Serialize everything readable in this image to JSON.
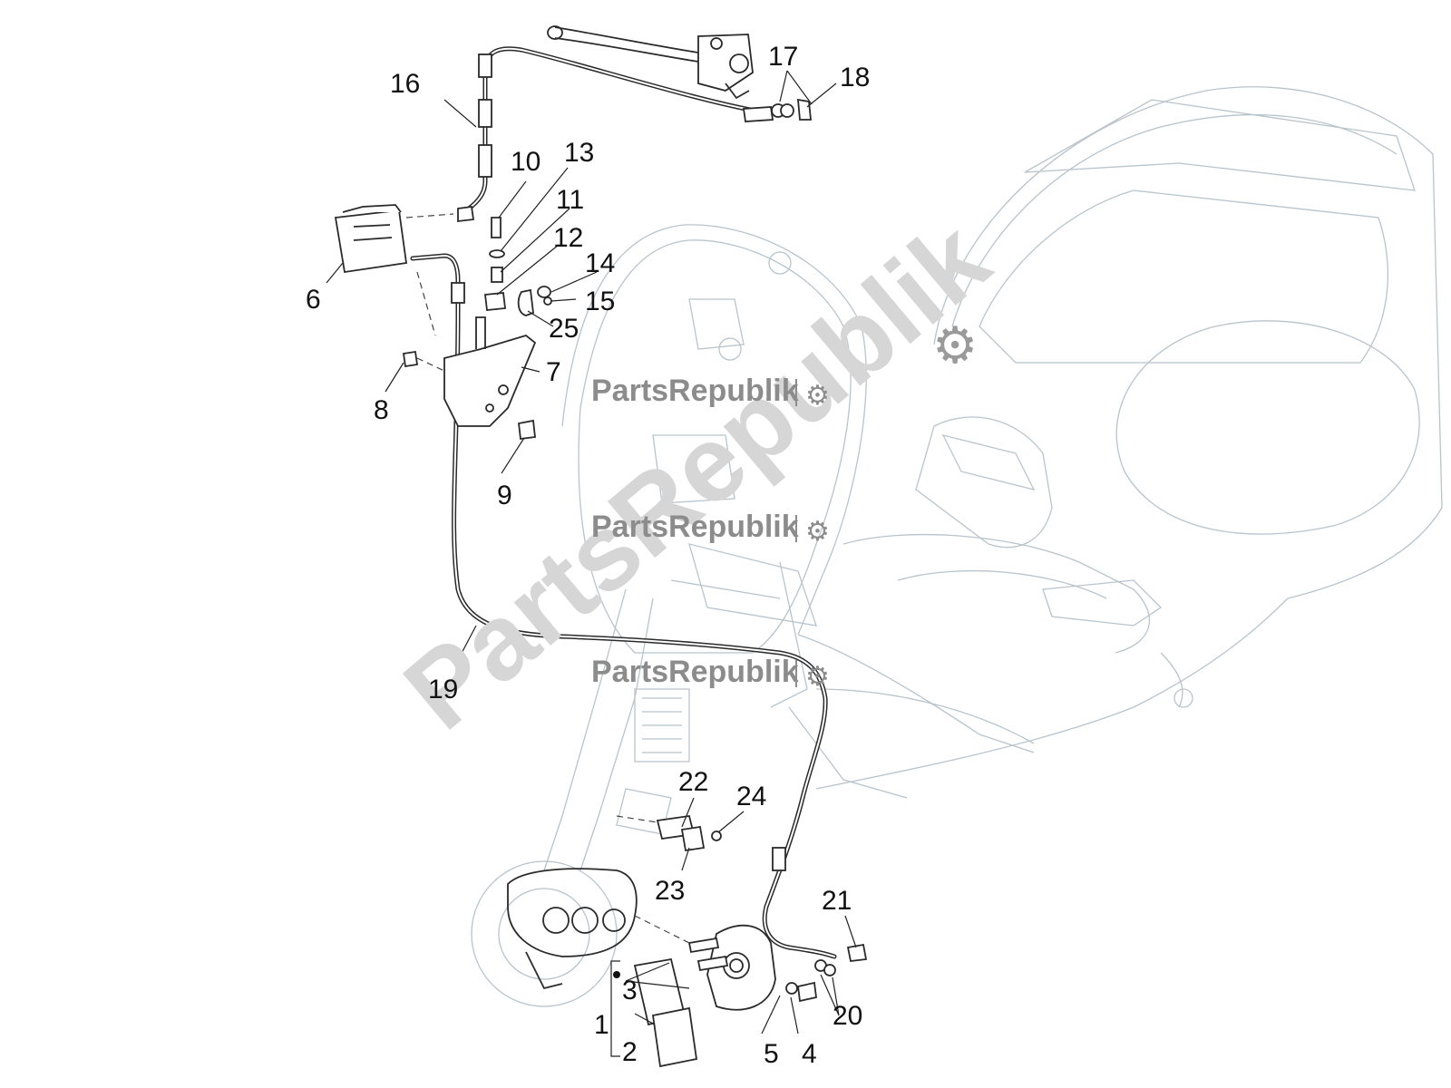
{
  "watermark": {
    "brand_label": "PartsRepublik",
    "diagonal_label": "PartsRepublik",
    "accent_color": "#8c8c8c",
    "icon": "gear-icon"
  },
  "callouts": [
    {
      "id": "c1",
      "label": "1"
    },
    {
      "id": "c2",
      "label": "2"
    },
    {
      "id": "c3",
      "label": "3"
    },
    {
      "id": "c4",
      "label": "4"
    },
    {
      "id": "c5",
      "label": "5"
    },
    {
      "id": "c6",
      "label": "6"
    },
    {
      "id": "c7",
      "label": "7"
    },
    {
      "id": "c8",
      "label": "8"
    },
    {
      "id": "c9",
      "label": "9"
    },
    {
      "id": "c10",
      "label": "10"
    },
    {
      "id": "c11",
      "label": "11"
    },
    {
      "id": "c12",
      "label": "12"
    },
    {
      "id": "c13",
      "label": "13"
    },
    {
      "id": "c14",
      "label": "14"
    },
    {
      "id": "c15",
      "label": "15"
    },
    {
      "id": "c16",
      "label": "16"
    },
    {
      "id": "c17",
      "label": "17"
    },
    {
      "id": "c18",
      "label": "18"
    },
    {
      "id": "c19",
      "label": "19"
    },
    {
      "id": "c20",
      "label": "20"
    },
    {
      "id": "c21",
      "label": "21"
    },
    {
      "id": "c22",
      "label": "22"
    },
    {
      "id": "c23",
      "label": "23"
    },
    {
      "id": "c24",
      "label": "24"
    },
    {
      "id": "c25",
      "label": "25"
    }
  ]
}
